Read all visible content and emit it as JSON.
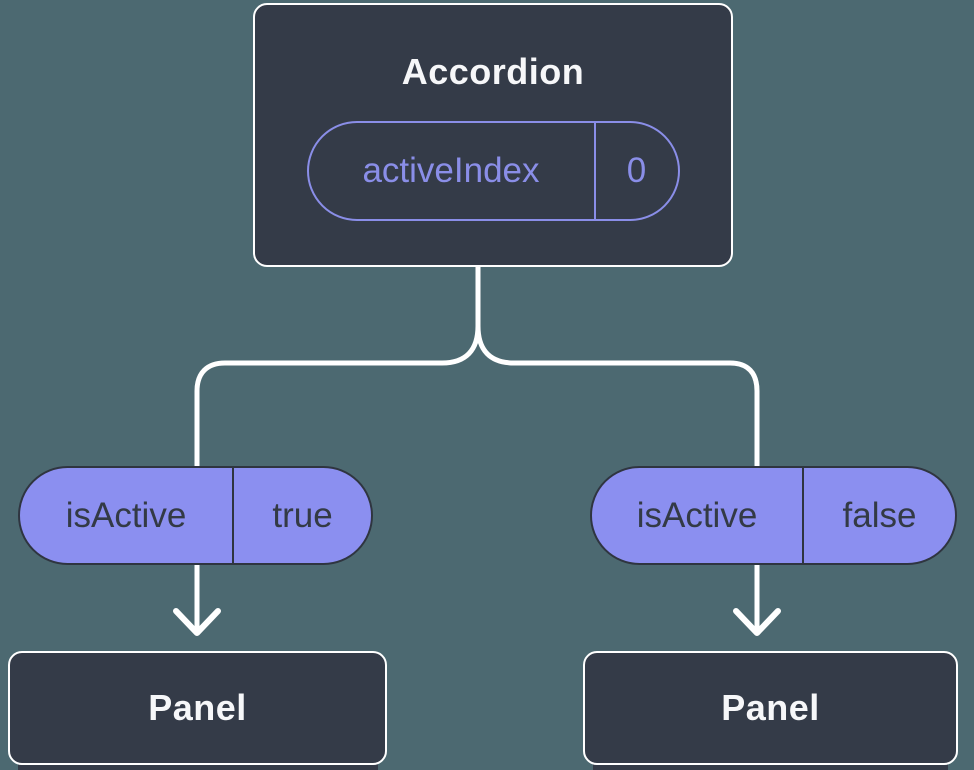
{
  "diagram": {
    "type": "react-component-tree",
    "description": "Accordion parent component holding activeIndex state, passing isActive props to two Panel children"
  },
  "colors": {
    "background": "#4c6971",
    "node_fill": "#343b48",
    "node_border": "#ffffff",
    "node_text": "#f6f7f9",
    "state_pill_accent": "#8a8ee8",
    "prop_pill_fill": "#8b8ff0",
    "prop_pill_border": "#2f3540",
    "prop_pill_text": "#333a45",
    "connector": "#ffffff"
  },
  "tree": {
    "root": {
      "title": "Accordion",
      "state": {
        "name": "activeIndex",
        "value": "0"
      }
    },
    "children": [
      {
        "prop": {
          "name": "isActive",
          "value": "true"
        },
        "title": "Panel"
      },
      {
        "prop": {
          "name": "isActive",
          "value": "false"
        },
        "title": "Panel"
      }
    ]
  }
}
